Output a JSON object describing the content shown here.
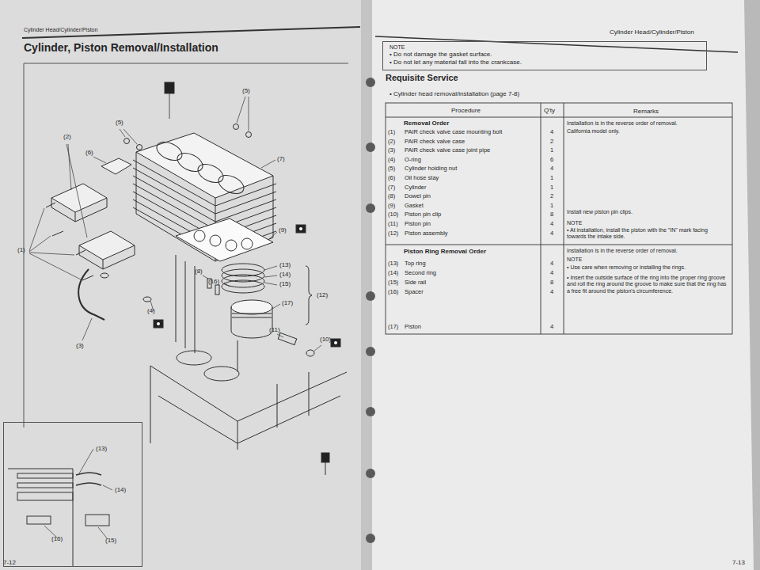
{
  "diagram": {
    "title": "Cylinder, Piston Removal/Installation",
    "nodes": [
      {
        "text": [
          "NOTE",
          "• Do not damage the gasket surface.",
          "• Do not let any material fall into the crankcase."
        ]
      },
      {
        "text": [
          "(13)",
          "(14)",
          "(16)",
          "(15)"
        ]
      }
    ],
    "labels": [
      "Cylinder Head/Cylinder/Piston",
      "(5)",
      "(5)",
      "(2)",
      "(6)",
      "(7)",
      "(9)",
      "(8)",
      "(13)",
      "(14)",
      "(16)",
      "(15)",
      "(17)",
      "(12)",
      "(11)",
      "(10)",
      "(4)",
      "(1)",
      "(3)",
      "7-12",
      "Cylinder Head/Cylinder/Piston",
      "Requisite Service",
      "• Cylinder head removal/installation (page 7-8)",
      "Procedure",
      "Q'ty",
      "Remarks",
      "Removal Order",
      "(1)",
      "PAIR check valve case mounting bolt",
      "4",
      "(2)",
      "PAIR check valve case",
      "2",
      "(3)",
      "PAIR check valve case joint pipe",
      "1",
      "(4)",
      "O-ring",
      "6",
      "(5)",
      "Cylinder holding nut",
      "4",
      "(6)",
      "Oil hose stay",
      "1",
      "(7)",
      "Cylinder",
      "1",
      "(8)",
      "Dowel pin",
      "2",
      "(9)",
      "Gasket",
      "1",
      "(10)",
      "Piston pin clip",
      "8",
      "(11)",
      "Piston pin",
      "4",
      "(12)",
      "Piston assembly",
      "4",
      "Installation is in the reverse order of removal.",
      "California model only.",
      "Install new piston pin clips.",
      "NOTE",
      "• At installation, install the piston with the \"IN\" mark facing towards the intake side.",
      "Piston Ring Removal Order",
      "Installation is in the reverse order of removal.",
      "NOTE",
      "• Use care when removing or installing the rings.",
      "• Insert the outside surface of the ring into the proper ring groove and roll the ring around the groove to make sure that the ring has a free fit around the piston's circumference.",
      "(13)",
      "Top ring",
      "4",
      "(14)",
      "Second ring",
      "4",
      "(15)",
      "Side rail",
      "8",
      "(16)",
      "Spacer",
      "4",
      "(17)",
      "Piston",
      "4",
      "7-13"
    ]
  }
}
